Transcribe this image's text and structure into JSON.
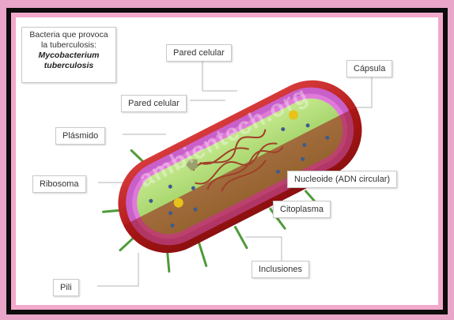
{
  "caption": {
    "line1": "Bacteria que provoca",
    "line2": "la tuberculosis:",
    "species_line1": "Mycobacterium",
    "species_line2": "tuberculosis"
  },
  "labels": {
    "pared_celular_1": "Pared celular",
    "capsula": "Cápsula",
    "pared_celular_2": "Pared celular",
    "plasmido": "Plásmido",
    "ribosoma": "Ribosoma",
    "nucleoide": "Nucleoide (ADN circular)",
    "citoplasma": "Citoplasma",
    "inclusiones": "Inclusiones",
    "pili": "Pili"
  },
  "watermark": "ambientech.org",
  "colors": {
    "capsule": "#b31b1b",
    "cell_wall": "#c95fc9",
    "cytoplasm": "#a9d96a",
    "dna": "#a0402a",
    "pili": "#4f9a3a",
    "frame_pink": "#f2a9cb"
  }
}
